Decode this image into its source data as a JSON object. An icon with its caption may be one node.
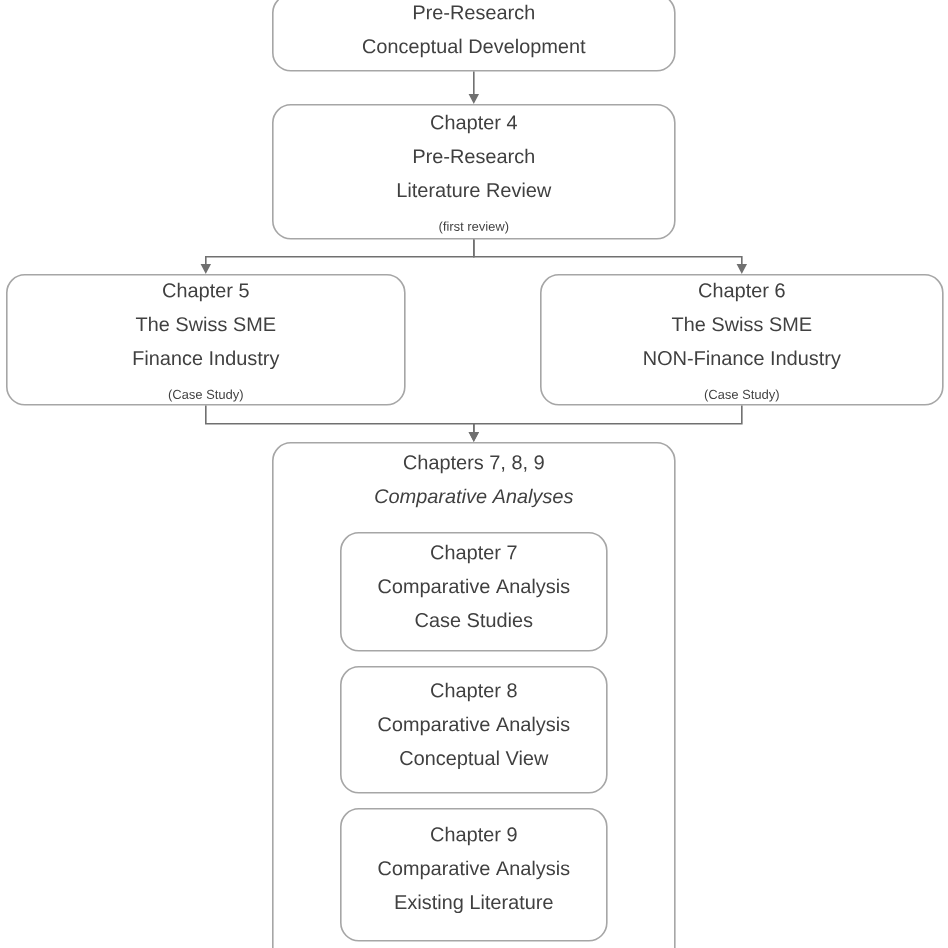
{
  "diagram": {
    "nodes": [
      {
        "text": [
          "Pre-Research",
          "Conceptual Development"
        ]
      },
      {
        "text": [
          "Chapter 4",
          "Pre-Research",
          "Literature Review",
          "(first review)"
        ]
      },
      {
        "text": [
          "Chapter 5",
          "The Swiss SME",
          "Finance Industry",
          "(Case Study)"
        ]
      },
      {
        "text": [
          "Chapter 6",
          "The Swiss SME",
          "NON-Finance Industry",
          "(Case Study)"
        ]
      },
      {
        "text": [
          "Chapters 7, 8, 9",
          "Comparative Analyses"
        ]
      },
      {
        "text": [
          "Chapter 7",
          "Comparative Analysis",
          "Case Studies"
        ],
        "in": 4
      },
      {
        "text": [
          "Chapter 8",
          "Comparative Analysis",
          "Conceptual View"
        ],
        "in": 4
      },
      {
        "text": [
          "Chapter 9",
          "Comparative Analysis",
          "Existing Literature"
        ],
        "in": 4
      }
    ],
    "edges": [
      {
        "from": 0,
        "to": 1,
        "arrow": "to"
      },
      {
        "from": 1,
        "to": 2,
        "arrow": "to"
      },
      {
        "from": 1,
        "to": 3,
        "arrow": "to"
      },
      {
        "from": 2,
        "to": 4,
        "arrow": "to"
      },
      {
        "from": 3,
        "to": 4,
        "arrow": "to"
      }
    ]
  }
}
